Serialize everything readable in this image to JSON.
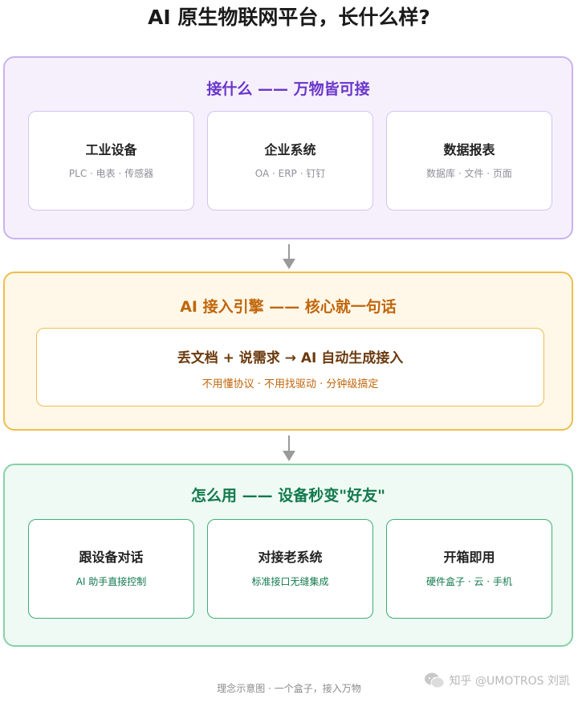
{
  "title": "AI 原生物联网平台，长什么样?",
  "panels": [
    {
      "heading": "接什么 —— 万物皆可接",
      "cards": [
        {
          "title": "工业设备",
          "sub": "PLC · 电表 · 传感器"
        },
        {
          "title": "企业系统",
          "sub": "OA · ERP · 钉钉"
        },
        {
          "title": "数据报表",
          "sub": "数据库 · 文件 · 页面"
        }
      ]
    },
    {
      "heading": "AI 接入引擎 —— 核心就一句话",
      "main": "丢文档 + 说需求 → AI 自动生成接入",
      "sub": "不用懂协议 · 不用找驱动 · 分钟级搞定"
    },
    {
      "heading": "怎么用 —— 设备秒变\"好友\"",
      "cards": [
        {
          "title": "跟设备对话",
          "sub": "AI 助手直接控制"
        },
        {
          "title": "对接老系统",
          "sub": "标准接口无缝集成"
        },
        {
          "title": "开箱即用",
          "sub": "硬件盒子 · 云 · 手机"
        }
      ]
    }
  ],
  "footer": "理念示意图 · 一个盒子，接入万物",
  "watermark": "知乎 @UMOTROS 刘凯",
  "colors": {
    "purple_accent": "#6a36c9",
    "amber_accent": "#c0660b",
    "green_accent": "#127a4d",
    "arrow": "#9a9a9a"
  },
  "icons": [
    "arrow-down-icon",
    "wechat-logo-icon"
  ]
}
